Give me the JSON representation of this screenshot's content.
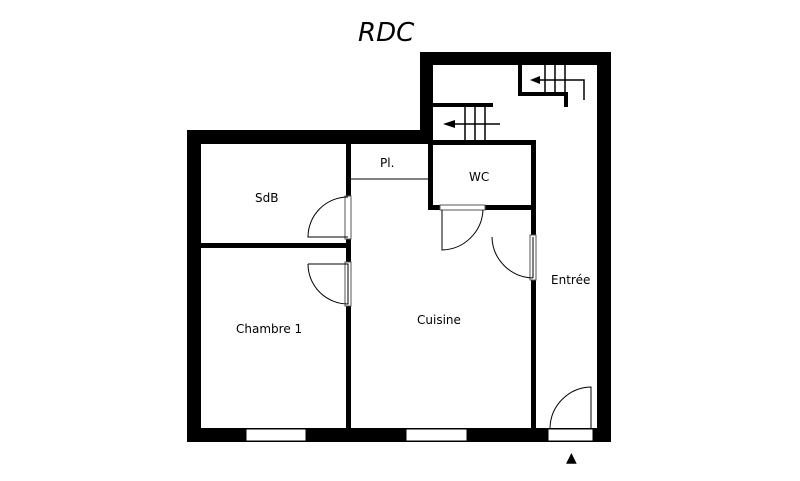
{
  "title": "RDC",
  "rooms": {
    "sdb": "SdB",
    "placard": "Pl.",
    "wc": "WC",
    "chambre": "Chambre 1",
    "cuisine": "Cuisine",
    "entree": "Entrée"
  },
  "entrance_marker": "▲",
  "colors": {
    "wall": "#000000",
    "background": "#ffffff"
  }
}
